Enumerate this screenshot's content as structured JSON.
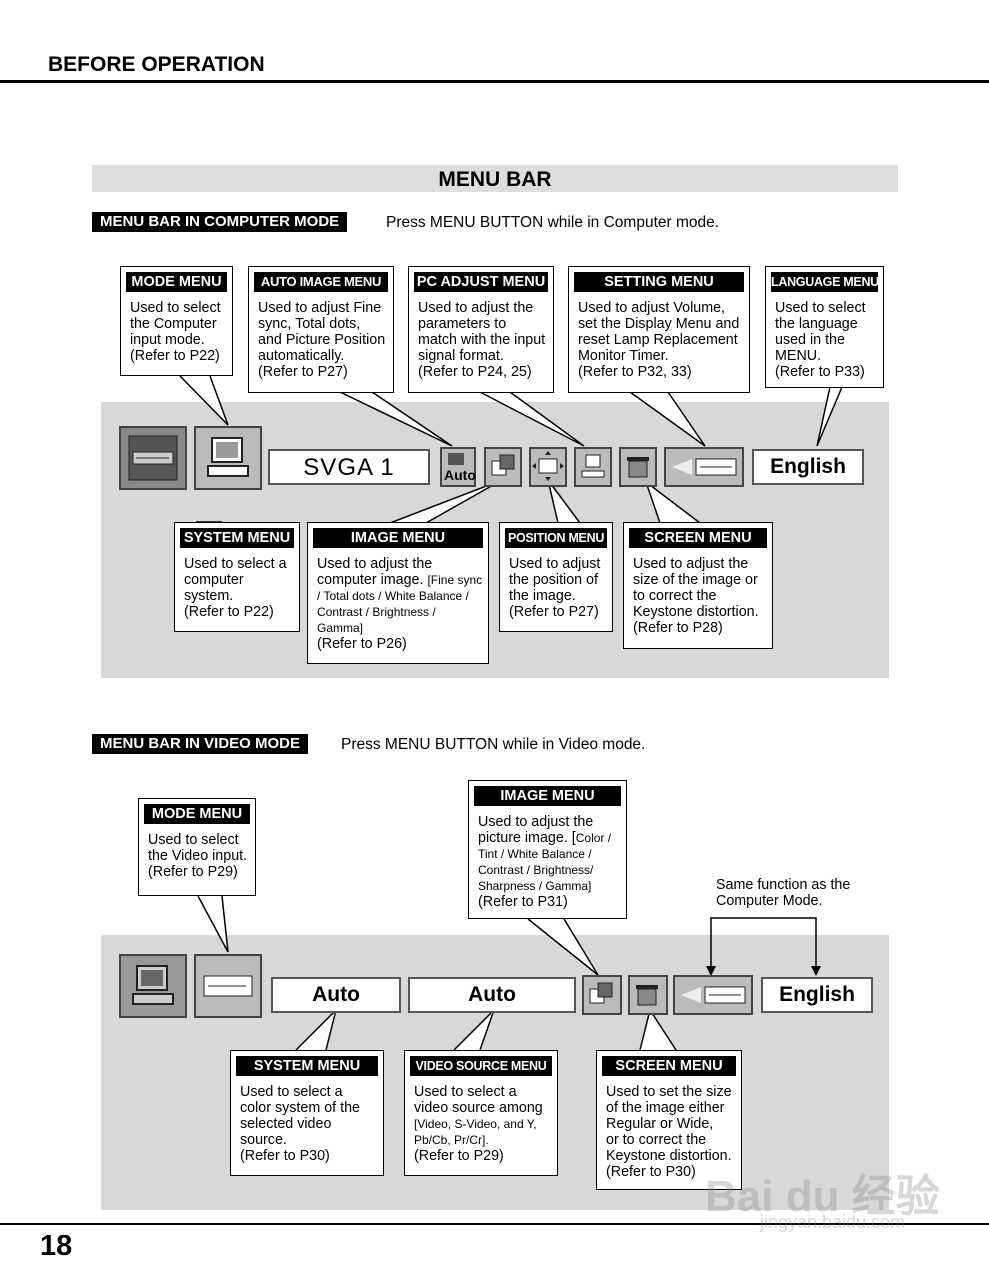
{
  "header": {
    "title": "BEFORE OPERATION"
  },
  "menubar_title": "MENU BAR",
  "computer": {
    "label": "MENU BAR IN COMPUTER MODE",
    "desc": "Press MENU BUTTON while in Computer mode.",
    "field_svga": "SVGA  1",
    "field_lang": "English",
    "auto_icon_text": "Auto",
    "mode_menu": {
      "title": "MODE MENU",
      "lines": [
        "Used to select",
        "the Computer",
        "input mode.",
        "(Refer to P22)"
      ]
    },
    "auto_image_menu": {
      "title": "AUTO IMAGE MENU",
      "lines": [
        "Used to adjust Fine",
        "sync, Total dots,",
        "and Picture Position",
        "automatically.",
        "(Refer to P27)"
      ]
    },
    "pc_adjust_menu": {
      "title": "PC ADJUST MENU",
      "lines": [
        "Used to adjust the",
        "parameters to",
        "match with the input",
        "signal format.",
        "(Refer to P24, 25)"
      ]
    },
    "setting_menu": {
      "title": "SETTING MENU",
      "lines": [
        "Used to adjust Volume,",
        "set the Display Menu and",
        "reset Lamp Replacement",
        "Monitor Timer.",
        "(Refer to P32, 33)"
      ]
    },
    "language_menu": {
      "title": "LANGUAGE MENU",
      "lines": [
        "Used to select",
        "the language",
        "used in the",
        "MENU.",
        "(Refer to P33)"
      ]
    },
    "system_menu": {
      "title": "SYSTEM MENU",
      "lines": [
        "Used to select a",
        "computer",
        "system.",
        "(Refer to P22)"
      ]
    },
    "image_menu": {
      "title": "IMAGE MENU",
      "line1": "Used to adjust the",
      "line2a": "computer image. ",
      "line2b": "[Fine sync",
      "line3": "/ Total dots / White Balance /",
      "line4": "Contrast / Brightness /",
      "line5": "Gamma]",
      "line6": "(Refer to P26)"
    },
    "position_menu": {
      "title": "POSITION MENU",
      "lines": [
        "Used to adjust",
        "the position of",
        "the image.",
        "(Refer to P27)"
      ]
    },
    "screen_menu": {
      "title": "SCREEN MENU",
      "lines": [
        "Used to adjust the",
        "size of the image or",
        "to correct the",
        "Keystone distortion.",
        "(Refer to P28)"
      ]
    }
  },
  "video": {
    "label": "MENU BAR IN VIDEO MODE",
    "desc": "Press MENU BUTTON while in Video mode.",
    "field_auto1": "Auto",
    "field_auto2": "Auto",
    "field_lang": "English",
    "same_function": [
      "Same function as the",
      "Computer Mode."
    ],
    "mode_menu": {
      "title": "MODE MENU",
      "lines": [
        "Used to select",
        "the Video input.",
        "(Refer to P29)"
      ]
    },
    "image_menu": {
      "title": "IMAGE MENU",
      "line1": "Used to adjust the",
      "line2a": "picture image.  [",
      "line2b": "Color /",
      "line3": "Tint / White Balance /",
      "line4": "Contrast / Brightness/",
      "line5": "Sharpness / Gamma]",
      "line6": "(Refer to P31)"
    },
    "system_menu": {
      "title": "SYSTEM MENU",
      "lines": [
        "Used to select a",
        "color system of the",
        "selected video",
        "source.",
        "(Refer to P30)"
      ]
    },
    "video_source_menu": {
      "title": "VIDEO SOURCE MENU",
      "line1": "Used to select a",
      "line2": "video source among",
      "line3": "[Video, S-Video, and Y,",
      "line4": "Pb/Cb, Pr/Cr].",
      "line5": "(Refer to P29)"
    },
    "screen_menu": {
      "title": "SCREEN MENU",
      "lines": [
        "Used to set the size",
        "of the image either",
        "Regular or  Wide,",
        "or to correct the",
        "Keystone distortion.",
        "(Refer to P30)"
      ]
    }
  },
  "page_number": "18",
  "watermark": {
    "brand": "Bai du 经验",
    "url": "jingyan.baidu.com"
  }
}
